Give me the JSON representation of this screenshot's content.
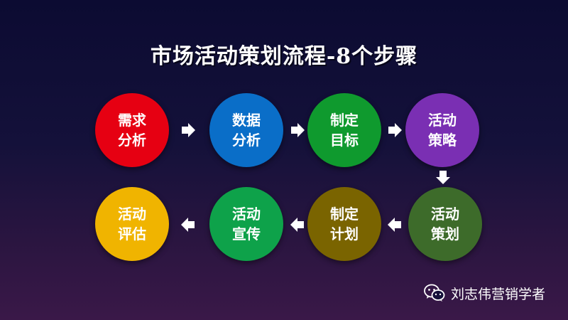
{
  "title": "市场活动策划流程-8个步骤",
  "steps": [
    {
      "line1": "需求",
      "line2": "分析",
      "color": "#e60012"
    },
    {
      "line1": "数据",
      "line2": "分析",
      "color": "#0a6ec8"
    },
    {
      "line1": "制定",
      "line2": "目标",
      "color": "#0f9a2e"
    },
    {
      "line1": "活动",
      "line2": "策略",
      "color": "#7a2fb3"
    },
    {
      "line1": "活动",
      "line2": "策划",
      "color": "#3d6b2a"
    },
    {
      "line1": "制定",
      "line2": "计划",
      "color": "#7a6400"
    },
    {
      "line1": "活动",
      "line2": "宣传",
      "color": "#0ea24a"
    },
    {
      "line1": "活动",
      "line2": "评估",
      "color": "#f0b400"
    }
  ],
  "watermark": {
    "icon": "wechat-icon",
    "text": "刘志伟营销学者"
  }
}
